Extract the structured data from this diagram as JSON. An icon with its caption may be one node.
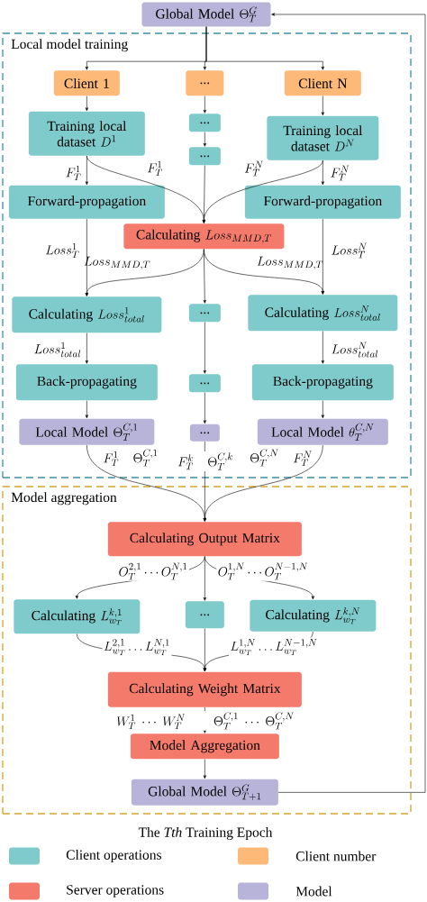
{
  "diagram": {
    "caption": "The *Tth* Training Epoch",
    "nodes": [
      {
        "text": [
          "Global Model",
          "\\Theta_T^G"
        ]
      },
      {
        "text": [
          "Local model training"
        ]
      },
      {
        "text": [
          "Client 1"
        ],
        "in": 1
      },
      {
        "text": [
          "..."
        ],
        "in": 1
      },
      {
        "text": [
          "Client N"
        ],
        "in": 1
      },
      {
        "text": [
          "Training local dataset",
          "D^1"
        ],
        "in": 1
      },
      {
        "text": [
          "..."
        ],
        "in": 1
      },
      {
        "text": [
          "Training local dataset",
          "D^N"
        ],
        "in": 1
      },
      {
        "text": [
          "..."
        ],
        "in": 1
      },
      {
        "text": [
          "Forward-propagation"
        ],
        "in": 1
      },
      {
        "text": [
          "Forward-propagation"
        ],
        "in": 1
      },
      {
        "text": [
          "Calculating",
          "Loss_{MMD,T}"
        ],
        "in": 1
      },
      {
        "text": [
          "Calculating",
          "Loss_{total}^1"
        ],
        "in": 1
      },
      {
        "text": [
          "..."
        ],
        "in": 1
      },
      {
        "text": [
          "Calculating",
          "Loss_{total}^N"
        ],
        "in": 1
      },
      {
        "text": [
          "Back-propagating"
        ],
        "in": 1
      },
      {
        "text": [
          "..."
        ],
        "in": 1
      },
      {
        "text": [
          "Back-propagating"
        ],
        "in": 1
      },
      {
        "text": [
          "Local Model",
          "\\Theta_T^{C,1}"
        ],
        "in": 1
      },
      {
        "text": [
          "..."
        ],
        "in": 1
      },
      {
        "text": [
          "Local Model",
          "\\theta_T^{C,N}"
        ],
        "in": 1
      },
      {
        "text": [
          "Model aggregation"
        ]
      },
      {
        "text": [
          "Calculating Output Matrix"
        ],
        "in": 21
      },
      {
        "text": [
          "Calculating",
          "L_{w_T}^{k,1}"
        ],
        "in": 21
      },
      {
        "text": [
          "..."
        ],
        "in": 21
      },
      {
        "text": [
          "Calculating",
          "L_{w_T}^{k,N}"
        ],
        "in": 21
      },
      {
        "text": [
          "Calculating Weight Matrix"
        ],
        "in": 21
      },
      {
        "text": [
          "Model Aggregation"
        ],
        "in": 21
      },
      {
        "text": [
          "Global Model",
          "\\Theta_{T+1}^G"
        ],
        "in": 21
      }
    ],
    "edges": [
      {
        "from": 0,
        "to": 2,
        "arrow": "to"
      },
      {
        "from": 0,
        "to": 3,
        "arrow": "to"
      },
      {
        "from": 0,
        "to": 4,
        "arrow": "to"
      },
      {
        "from": 2,
        "to": 5,
        "arrow": "to"
      },
      {
        "from": 3,
        "to": 6,
        "arrow": "to"
      },
      {
        "from": 4,
        "to": 7,
        "arrow": "to"
      },
      {
        "from": 6,
        "to": 8,
        "arrow": "to"
      },
      {
        "from": 5,
        "to": 9,
        "arrow": "to",
        "label": "F_T^1"
      },
      {
        "from": 5,
        "to": 11,
        "arrow": "to",
        "label": "F_T^1"
      },
      {
        "from": 7,
        "to": 11,
        "arrow": "to",
        "label": "F_T^N"
      },
      {
        "from": 7,
        "to": 10,
        "arrow": "to",
        "label": "F_T^N"
      },
      {
        "from": 8,
        "to": 11,
        "arrow": "to"
      },
      {
        "from": 9,
        "to": 12,
        "arrow": "to",
        "label": "Loss_T^1"
      },
      {
        "from": 11,
        "to": 12,
        "arrow": "to",
        "label": "Loss_{MMD,T}"
      },
      {
        "from": 11,
        "to": 13,
        "arrow": "to"
      },
      {
        "from": 11,
        "to": 14,
        "arrow": "to",
        "label": "Loss_{MMD,T}"
      },
      {
        "from": 10,
        "to": 14,
        "arrow": "to",
        "label": "Loss_T^N"
      },
      {
        "from": 12,
        "to": 15,
        "arrow": "to",
        "label": "Loss_{total}^1"
      },
      {
        "from": 13,
        "to": 16,
        "arrow": "to"
      },
      {
        "from": 14,
        "to": 17,
        "arrow": "to",
        "label": "Loss_{total}^N"
      },
      {
        "from": 15,
        "to": 18,
        "arrow": "to"
      },
      {
        "from": 16,
        "to": 19,
        "arrow": "to"
      },
      {
        "from": 17,
        "to": 20,
        "arrow": "to"
      },
      {
        "from": 18,
        "to": 22,
        "arrow": "to",
        "label": "F_T^1\\quad \\Theta_T^{C,1}"
      },
      {
        "from": 19,
        "to": 22,
        "arrow": "to",
        "label": "F_T^k\\quad \\Theta_T^{C,k}"
      },
      {
        "from": 20,
        "to": 22,
        "arrow": "to",
        "label": "\\Theta_T^{C,N}\\quad F_T^N"
      },
      {
        "from": 22,
        "to": 23,
        "arrow": "to",
        "label": "O_T^{2,1}\\cdots O_T^{N,1}"
      },
      {
        "from": 22,
        "to": 24,
        "arrow": "to"
      },
      {
        "from": 22,
        "to": 25,
        "arrow": "to",
        "label": "O_T^{1,N}\\cdots O_T^{N-1,N}"
      },
      {
        "from": 23,
        "to": 26,
        "arrow": "to",
        "label": "L_{w_T}^{2,1}\\ldots L_{w_T}^{N,1}"
      },
      {
        "from": 24,
        "to": 26,
        "arrow": "to"
      },
      {
        "from": 25,
        "to": 26,
        "arrow": "to",
        "label": "L_{w_T}^{1,N}\\ldots L_{w_T}^{N-1,N}"
      },
      {
        "from": 26,
        "to": 27,
        "arrow": "to",
        "label": "W_T^1\\ \\cdots\\ W_T^N\\qquad \\Theta_T^{C,1}\\ \\cdots\\ \\Theta_T^{C,N}"
      },
      {
        "from": 27,
        "to": 28,
        "arrow": "to"
      },
      {
        "from": 28,
        "to": 0,
        "arrow": "to"
      }
    ],
    "legend": [
      {
        "text": "Client operations",
        "color": "#7fcbcb"
      },
      {
        "text": "Client number",
        "color": "#fdb978"
      },
      {
        "text": "Server operations",
        "color": "#f47b6b"
      },
      {
        "text": "Model",
        "color": "#b8b3d8"
      }
    ]
  }
}
